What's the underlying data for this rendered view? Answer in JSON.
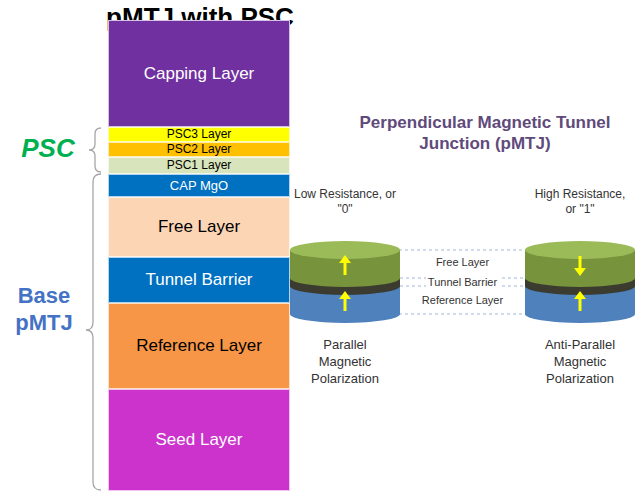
{
  "diagram": {
    "title": "pMTJ with PSC",
    "nodes": [
      {
        "text": [
          "Capping Layer"
        ]
      },
      {
        "text": [
          "PSC3 Layer"
        ]
      },
      {
        "text": [
          "PSC2 Layer"
        ]
      },
      {
        "text": [
          "PSC1 Layer"
        ]
      },
      {
        "text": [
          "CAP MgO"
        ]
      },
      {
        "text": [
          "Free Layer"
        ]
      },
      {
        "text": [
          "Tunnel Barrier"
        ]
      },
      {
        "text": [
          "Reference Layer"
        ]
      },
      {
        "text": [
          "Seed Layer"
        ]
      }
    ],
    "labels": [
      "PSC",
      "Base pMTJ",
      "Perpendicular Magnetic Tunnel Junction (pMTJ)",
      "Low Resistance, or \"0\"",
      "High Resistance, or \"1\"",
      "Free Layer",
      "Tunnel Barrier",
      "Reference Layer",
      "Parallel Magnetic Polarization",
      "Anti-Parallel Magnetic Polarization"
    ]
  }
}
